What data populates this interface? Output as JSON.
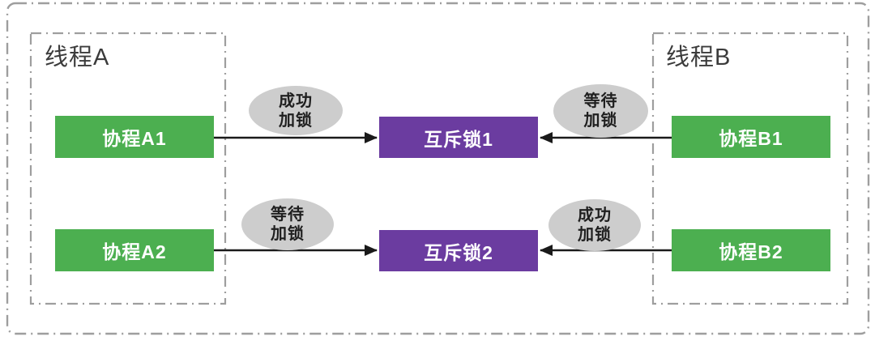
{
  "threads": {
    "a": {
      "label": "线程A",
      "coroutines": [
        {
          "label": "协程A1"
        },
        {
          "label": "协程A2"
        }
      ]
    },
    "b": {
      "label": "线程B",
      "coroutines": [
        {
          "label": "协程B1"
        },
        {
          "label": "协程B2"
        }
      ]
    }
  },
  "mutexes": [
    {
      "label": "互斥锁1"
    },
    {
      "label": "互斥锁2"
    }
  ],
  "edges": [
    {
      "from": "协程A1",
      "to": "互斥锁1",
      "label": "成功\n加锁",
      "status": "acquired"
    },
    {
      "from": "协程B1",
      "to": "互斥锁1",
      "label": "等待\n加锁",
      "status": "waiting"
    },
    {
      "from": "协程A2",
      "to": "互斥锁2",
      "label": "等待\n加锁",
      "status": "waiting"
    },
    {
      "from": "协程B2",
      "to": "互斥锁2",
      "label": "成功\n加锁",
      "status": "acquired"
    }
  ],
  "colors": {
    "coroutine_box": "#4CAF50",
    "mutex_box": "#6B3CA0",
    "annotation_ellipse": "#CDCDCD",
    "dashed_border": "#9E9E9E",
    "arrow": "#1A1A1A",
    "box_text": "#FFFFFF",
    "label_text": "#3B3B3B"
  }
}
